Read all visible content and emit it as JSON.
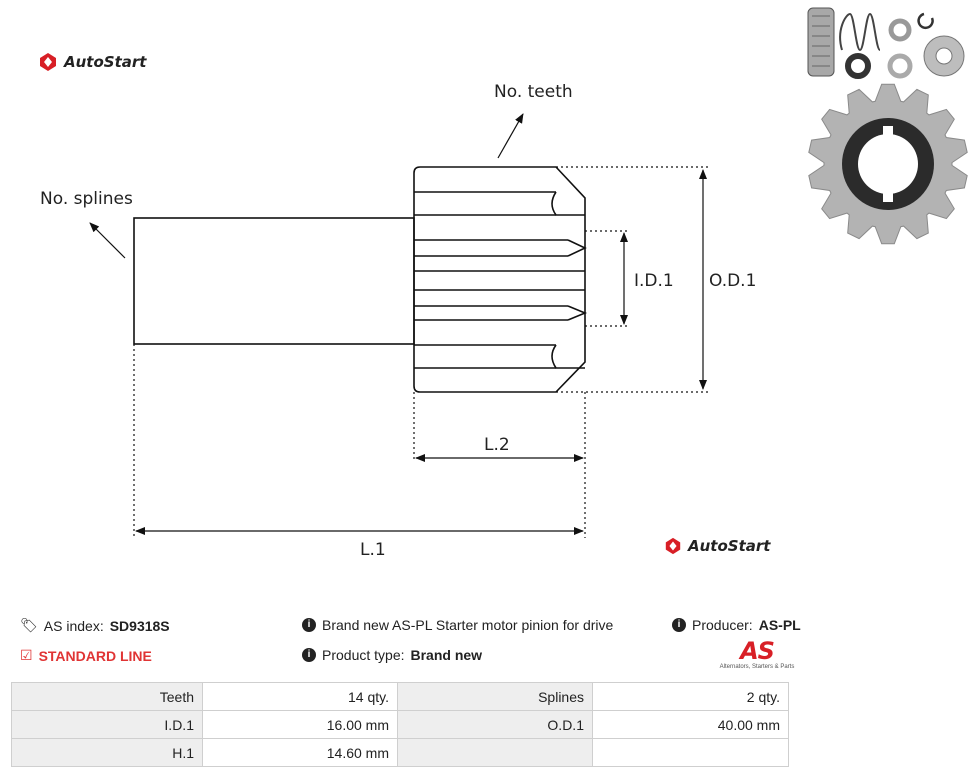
{
  "brand": {
    "name": "AutoStart",
    "accent": "#d81f26"
  },
  "drawing": {
    "labels": {
      "teeth": "No. teeth",
      "splines": "No. splines",
      "id1": "I.D.1",
      "od1": "O.D.1",
      "l2": "L.2",
      "l1": "L.1"
    }
  },
  "info": {
    "as_index_label": "AS index:",
    "as_index_value": "SD9318S",
    "line": "STANDARD LINE",
    "description": "Brand new AS-PL Starter motor pinion for drive",
    "product_type_label": "Product type:",
    "product_type_value": "Brand new",
    "producer_label": "Producer:",
    "producer_value": "AS-PL",
    "as_logo_text": "AS",
    "as_logo_tagline": "Alternators, Starters & Parts"
  },
  "specs": [
    [
      "Teeth",
      "14 qty.",
      "Splines",
      "2 qty."
    ],
    [
      "I.D.1",
      "16.00 mm",
      "O.D.1",
      "40.00 mm"
    ],
    [
      "H.1",
      "14.60 mm",
      "",
      ""
    ]
  ]
}
